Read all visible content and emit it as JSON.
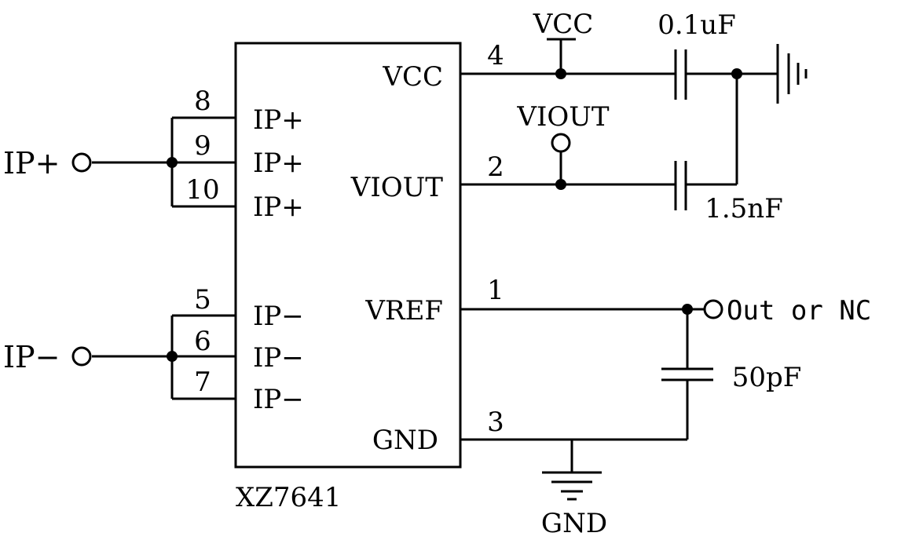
{
  "chip": {
    "name": "XZ7641",
    "left_pins": [
      {
        "num": "8",
        "label": "IP+"
      },
      {
        "num": "9",
        "label": "IP+"
      },
      {
        "num": "10",
        "label": "IP+"
      },
      {
        "num": "5",
        "label": "IP−"
      },
      {
        "num": "6",
        "label": "IP−"
      },
      {
        "num": "7",
        "label": "IP−"
      }
    ],
    "right_pins": [
      {
        "num": "4",
        "label": "VCC"
      },
      {
        "num": "2",
        "label": "VIOUT"
      },
      {
        "num": "1",
        "label": "VREF"
      },
      {
        "num": "3",
        "label": "GND"
      }
    ]
  },
  "inputs": {
    "ip_plus": "IP+",
    "ip_minus": "IP−"
  },
  "nets": {
    "vcc": "VCC",
    "viout": "VIOUT",
    "gnd": "GND",
    "out_nc": "Out or NC"
  },
  "components": {
    "c_vcc": "0.1uF",
    "c_viout": "1.5nF",
    "c_vref": "50pF"
  }
}
